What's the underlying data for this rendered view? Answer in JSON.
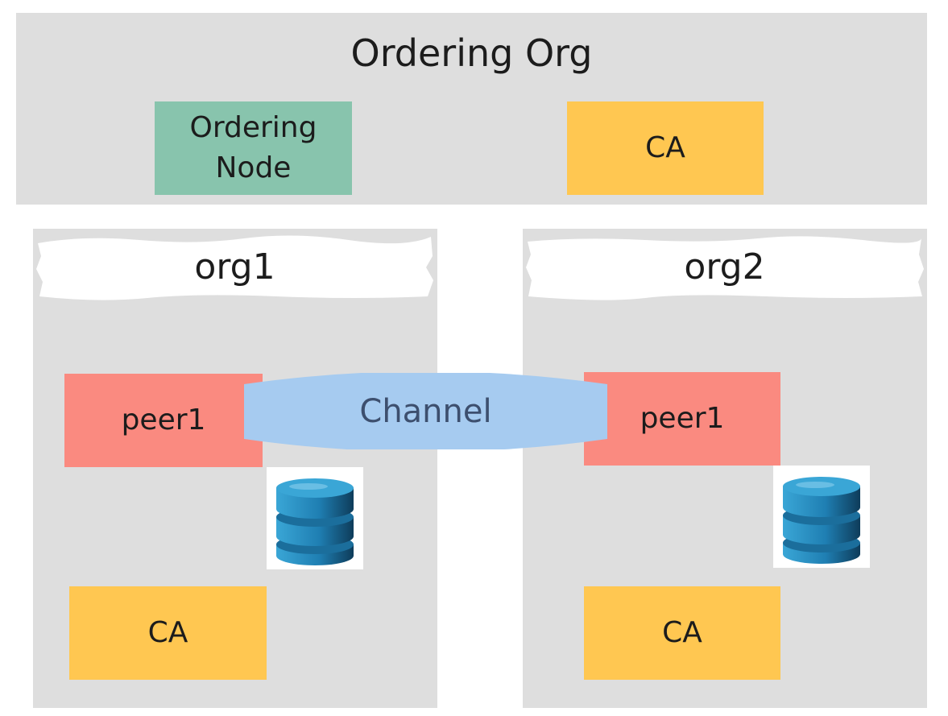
{
  "ordering_org": {
    "title": "Ordering Org",
    "ordering_node_label": "Ordering\nNode",
    "ca_label": "CA"
  },
  "org1": {
    "name": "org1",
    "peer_label": "peer1",
    "ca_label": "CA",
    "ledger_icon": "database-icon"
  },
  "org2": {
    "name": "org2",
    "peer_label": "peer1",
    "ca_label": "CA",
    "ledger_icon": "database-icon"
  },
  "channel": {
    "label": "Channel"
  },
  "colors": {
    "panel": "#dedede",
    "ordering_node": "#88c4ad",
    "ca": "#ffc751",
    "peer": "#fa8a80",
    "channel": "#a6cbf0",
    "database": "#1f7fb3"
  }
}
